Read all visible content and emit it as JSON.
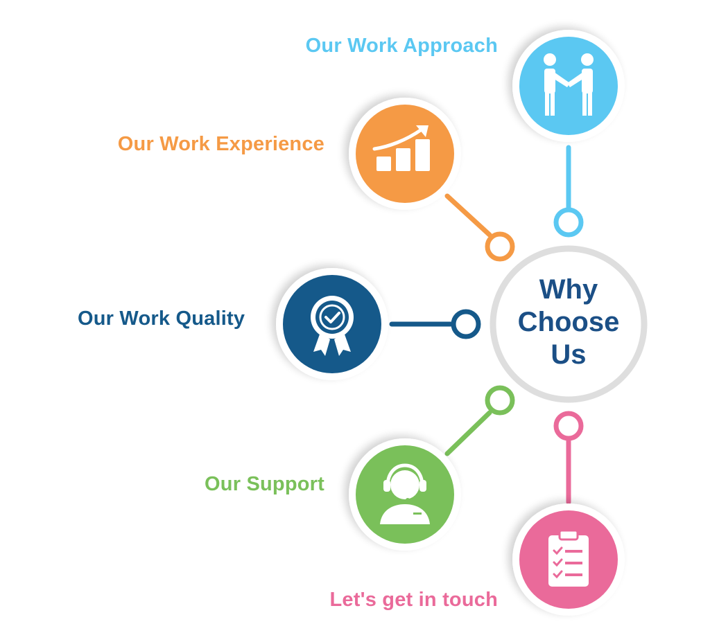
{
  "center": {
    "line1": "Why",
    "line2": "Choose",
    "line3": "Us",
    "color": "#1b4f86"
  },
  "nodes": [
    {
      "id": "approach",
      "label": "Our Work Approach",
      "color": "#5bc8f2",
      "icon": "handshake-icon"
    },
    {
      "id": "experience",
      "label": "Our Work Experience",
      "color": "#f59a45",
      "icon": "growth-chart-icon"
    },
    {
      "id": "quality",
      "label": "Our Work Quality",
      "color": "#15598a",
      "icon": "quality-badge-icon"
    },
    {
      "id": "support",
      "label": "Our Support",
      "color": "#7ac05a",
      "icon": "headset-agent-icon"
    },
    {
      "id": "contact",
      "label": "Let's get in touch",
      "color": "#ea6a9a",
      "icon": "clipboard-checklist-icon"
    }
  ]
}
